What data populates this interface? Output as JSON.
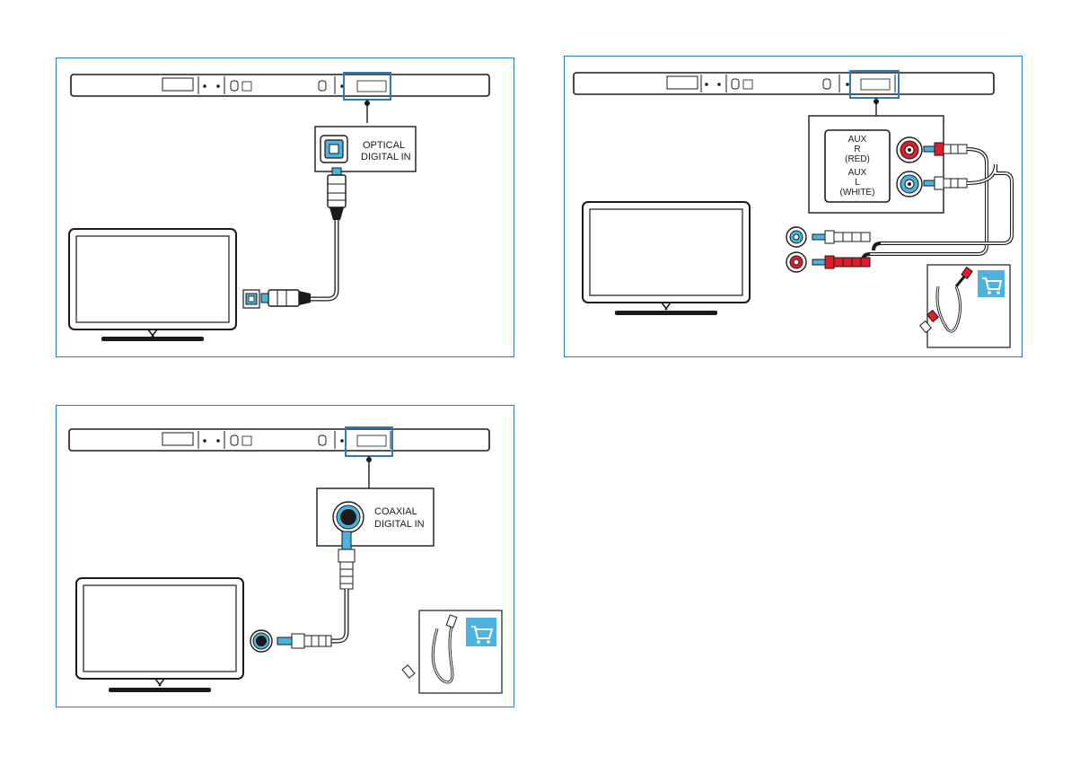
{
  "colors": {
    "frame": "#2b7bbf",
    "highlight": "#2b7bbf",
    "port_blue": "#4bb3e0",
    "cable_red": "#e01e2b",
    "cart_badge": "#4bb3e0",
    "line": "#1a1a1a"
  },
  "panels": {
    "optical": {
      "label_line1": "OPTICAL",
      "label_line2": "DIGITAL IN"
    },
    "aux": {
      "r_line1": "AUX",
      "r_line2": "R",
      "r_line3": "(RED)",
      "l_line1": "AUX",
      "l_line2": "L",
      "l_line3": "(WHITE)"
    },
    "coaxial": {
      "label_line1": "COAXIAL",
      "label_line2": "DIGITAL IN"
    }
  },
  "icons": {
    "cart": "shopping-cart-icon",
    "tv": "tv-icon",
    "soundbar": "soundbar-icon"
  }
}
